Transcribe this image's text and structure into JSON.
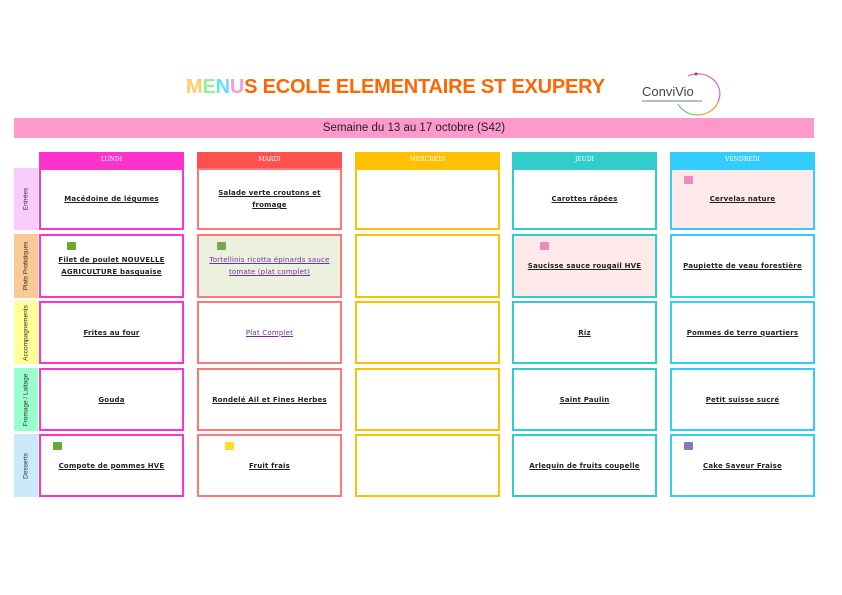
{
  "header": {
    "title_parts": [
      {
        "text": "M",
        "color": "#ffcc66"
      },
      {
        "text": "E",
        "color": "#99ee99"
      },
      {
        "text": "N",
        "color": "#66ddff"
      },
      {
        "text": "U",
        "color": "#ff99cc"
      },
      {
        "text": "S ECOLE ELEMENTAIRE ST EXUPERY",
        "color": "#ff6600"
      }
    ],
    "logo_text": "ConviVio"
  },
  "week": "Semaine du 13 au 17 octobre (S42)",
  "days": [
    {
      "label": "LUNDI",
      "color": "#ff33cc"
    },
    {
      "label": "MARDI",
      "color": "#ff5050"
    },
    {
      "label": "MERCREDI",
      "color": "#ffc000"
    },
    {
      "label": "JEUDI",
      "color": "#33cccc"
    },
    {
      "label": "VENDREDI",
      "color": "#33ccff"
    }
  ],
  "categories": [
    {
      "label": "Entrées",
      "color": "#fbccfb"
    },
    {
      "label": "Plats Protidiques",
      "color": "#fbc993"
    },
    {
      "label": "Accompagnements",
      "color": "#ffff99"
    },
    {
      "label": "Fromage / Laitage",
      "color": "#99ffcc"
    },
    {
      "label": "Desserts",
      "color": "#cce8fb"
    }
  ],
  "menu": [
    [
      {
        "text": "Macédoine de légumes"
      },
      {
        "text": "Salade verte croutons et fromage"
      },
      {
        "text": ""
      },
      {
        "text": "Carottes râpées"
      },
      {
        "text": "Cervelas nature",
        "bg": "#fde9e9",
        "icon": "pork-icon",
        "icon_color": "#ee88bb"
      }
    ],
    [
      {
        "text": "Filet de poulet NOUVELLE AGRICULTURE basquaise",
        "icon": "label-quality-icon",
        "icon_color": "#66aa33"
      },
      {
        "text": "Tortellinis ricotta épinards sauce tomate (plat complet)",
        "purple": true,
        "bg": "#ebf1de",
        "icon": "vegetarian-icon",
        "icon_color": "#77aa44"
      },
      {
        "text": ""
      },
      {
        "text": "Saucisse sauce rougail HVE",
        "bg": "#fde9e9",
        "icon": "pork-icon",
        "icon_color": "#ee88bb"
      },
      {
        "text": "Paupiette de veau forestière"
      }
    ],
    [
      {
        "text": "Frites au four"
      },
      {
        "text": "Plat Complet",
        "purple": true
      },
      {
        "text": ""
      },
      {
        "text": "Riz"
      },
      {
        "text": "Pommes de terre quartiers"
      }
    ],
    [
      {
        "text": "Gouda"
      },
      {
        "text": "Rondelé Ail et Fines Herbes"
      },
      {
        "text": ""
      },
      {
        "text": "Saint Paulin"
      },
      {
        "text": "Petit suisse sucré"
      }
    ],
    [
      {
        "text": "Compote de pommes HVE",
        "icon": "label-quality-icon",
        "icon_color": "#66aa33"
      },
      {
        "text": "Fruit frais",
        "icon": "seasonal-fruit-icon",
        "icon_color": "#ffdd22"
      },
      {
        "text": ""
      },
      {
        "text": "Arlequin de fruits coupelle"
      },
      {
        "text": "Cake Saveur Fraise",
        "icon": "homemade-icon",
        "icon_color": "#8877bb"
      }
    ]
  ]
}
